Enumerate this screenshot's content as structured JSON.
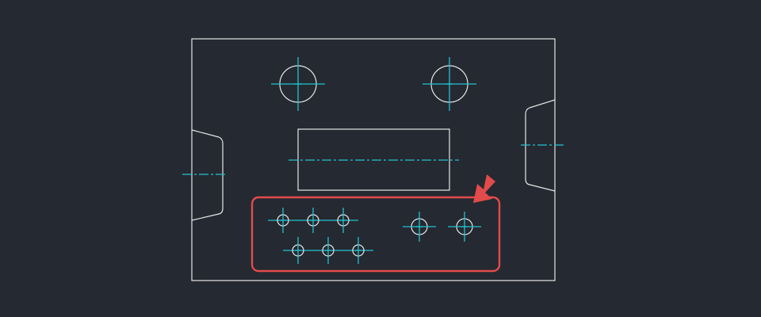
{
  "colors": {
    "background": "#252931",
    "outline": "#e6e6e6",
    "centerline": "#22c3d1",
    "highlight": "#e24b4b"
  },
  "icons": {
    "callout_arrow": "arrow-icon"
  },
  "drawing": {
    "large_holes": 2,
    "small_holes_row1": 3,
    "small_holes_row2": 3,
    "small_holes_right": 2,
    "side_notches": 2,
    "center_slot": 1
  }
}
